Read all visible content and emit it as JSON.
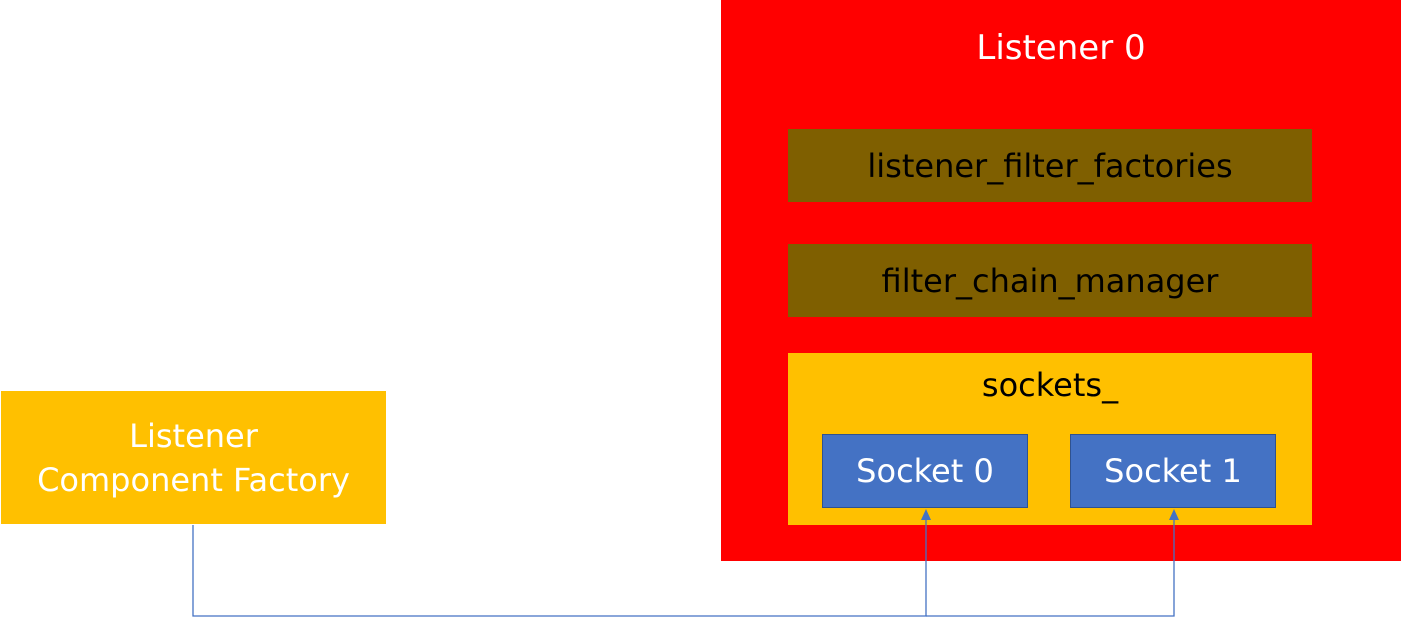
{
  "factory": {
    "line1": "Listener",
    "line2": "Component Factory"
  },
  "listener": {
    "title": "Listener 0",
    "listener_filter_factories": "listener_filter_factories",
    "filter_chain_manager": "filter_chain_manager",
    "sockets": {
      "title": "sockets_",
      "items": [
        "Socket 0",
        "Socket 1"
      ]
    }
  },
  "colors": {
    "factory": "#ffc000",
    "listener": "#ff0000",
    "member": "#7f5f00",
    "socket": "#4472c4",
    "connector": "#4472c4"
  }
}
